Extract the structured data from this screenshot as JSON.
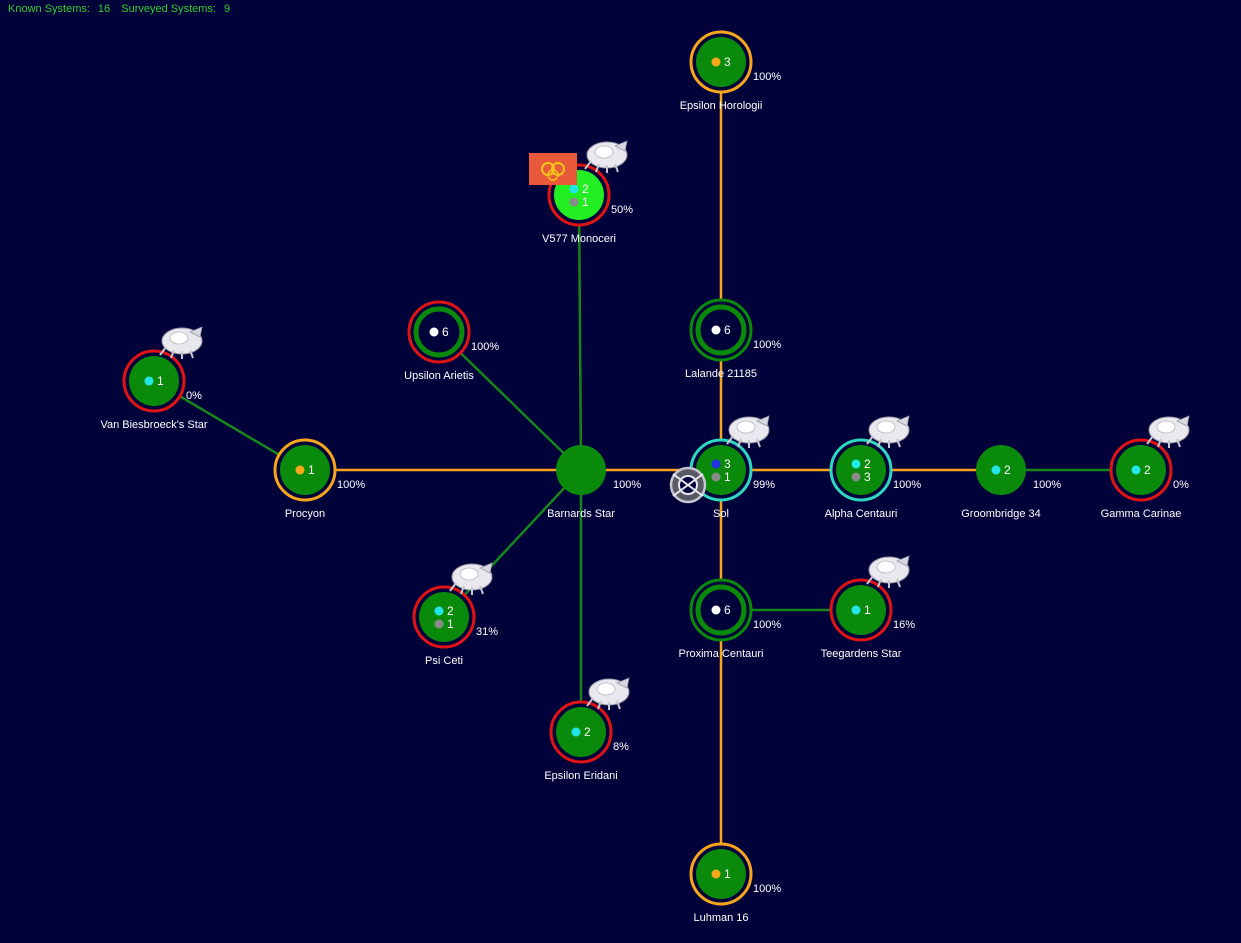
{
  "header": {
    "known_label": "Known Systems:",
    "known_count": "16",
    "surveyed_label": "Surveyed Systems:",
    "surveyed_count": "9"
  },
  "colors": {
    "background": "#02023a",
    "system_fill": "#0a8a0a",
    "capital_fill": "#22ee22",
    "ring_orange": "#f7a51d",
    "ring_red": "#e01414",
    "ring_cyan": "#2ed8c0",
    "ring_green": "#0a8a0a",
    "link_orange": "#f7a51d",
    "link_green": "#17861a",
    "dot_cyan": "#22e6e6",
    "dot_gray": "#8a8a8a",
    "dot_orange": "#f7a51d",
    "dot_white": "#ffffff",
    "dot_blue": "#1f2fe6",
    "faction_flag": "#e85a3a"
  },
  "systems": [
    {
      "id": "epsilon-horologii",
      "name": "Epsilon Horologii",
      "pct": "100%",
      "ring": "orange",
      "fill": "green",
      "markers": [
        {
          "dot": "orange",
          "count": "3"
        }
      ],
      "ship": false
    },
    {
      "id": "v577-monoceri",
      "name": "V577 Monoceri",
      "pct": "50%",
      "ring": "red",
      "fill": "capital",
      "markers": [
        {
          "dot": "cyan",
          "count": "2"
        },
        {
          "dot": "gray",
          "count": "1"
        }
      ],
      "ship": true,
      "flag": true
    },
    {
      "id": "lalande-21185",
      "name": "Lalande 21185",
      "pct": "100%",
      "ring": "green",
      "fill": "hollow",
      "markers": [
        {
          "dot": "white",
          "count": "6"
        }
      ],
      "ship": false
    },
    {
      "id": "upsilon-arietis",
      "name": "Upsilon Arietis",
      "pct": "100%",
      "ring": "red",
      "fill": "hollow",
      "markers": [
        {
          "dot": "white",
          "count": "6"
        }
      ],
      "ship": false
    },
    {
      "id": "van-biesbroecks-star",
      "name": "Van Biesbroeck's Star",
      "pct": "0%",
      "ring": "red",
      "fill": "green",
      "markers": [
        {
          "dot": "cyan",
          "count": "1"
        }
      ],
      "ship": true
    },
    {
      "id": "procyon",
      "name": "Procyon",
      "pct": "100%",
      "ring": "orange",
      "fill": "green",
      "markers": [
        {
          "dot": "orange",
          "count": "1"
        }
      ],
      "ship": false
    },
    {
      "id": "barnards-star",
      "name": "Barnards Star",
      "pct": "100%",
      "ring": "none",
      "fill": "green",
      "markers": [],
      "ship": false
    },
    {
      "id": "sol",
      "name": "Sol",
      "pct": "99%",
      "ring": "cyan",
      "fill": "green",
      "markers": [
        {
          "dot": "blue",
          "count": "3"
        },
        {
          "dot": "gray",
          "count": "1"
        }
      ],
      "ship": true,
      "station": true
    },
    {
      "id": "alpha-centauri",
      "name": "Alpha Centauri",
      "pct": "100%",
      "ring": "cyan",
      "fill": "green",
      "markers": [
        {
          "dot": "cyan",
          "count": "2"
        },
        {
          "dot": "gray",
          "count": "3"
        }
      ],
      "ship": true
    },
    {
      "id": "groombridge-34",
      "name": "Groombridge 34",
      "pct": "100%",
      "ring": "none",
      "fill": "green",
      "markers": [
        {
          "dot": "cyan",
          "count": "2"
        }
      ],
      "ship": false
    },
    {
      "id": "gamma-carinae",
      "name": "Gamma Carinae",
      "pct": "0%",
      "ring": "red",
      "fill": "green",
      "markers": [
        {
          "dot": "cyan",
          "count": "2"
        }
      ],
      "ship": true
    },
    {
      "id": "psi-ceti",
      "name": "Psi Ceti",
      "pct": "31%",
      "ring": "red",
      "fill": "green",
      "markers": [
        {
          "dot": "cyan",
          "count": "2"
        },
        {
          "dot": "gray",
          "count": "1"
        }
      ],
      "ship": true
    },
    {
      "id": "proxima-centauri",
      "name": "Proxima Centauri",
      "pct": "100%",
      "ring": "green",
      "fill": "hollow",
      "markers": [
        {
          "dot": "white",
          "count": "6"
        }
      ],
      "ship": false
    },
    {
      "id": "teegardens-star",
      "name": "Teegardens Star",
      "pct": "16%",
      "ring": "red",
      "fill": "green",
      "markers": [
        {
          "dot": "cyan",
          "count": "1"
        }
      ],
      "ship": true
    },
    {
      "id": "epsilon-eridani",
      "name": "Epsilon Eridani",
      "pct": "8%",
      "ring": "red",
      "fill": "green",
      "markers": [
        {
          "dot": "cyan",
          "count": "2"
        }
      ],
      "ship": true
    },
    {
      "id": "luhman-16",
      "name": "Luhman 16",
      "pct": "100%",
      "ring": "orange",
      "fill": "green",
      "markers": [
        {
          "dot": "orange",
          "count": "1"
        }
      ],
      "ship": false
    }
  ],
  "links": [
    {
      "from": "epsilon-horologii",
      "to": "lalande-21185",
      "color": "orange"
    },
    {
      "from": "lalande-21185",
      "to": "sol",
      "color": "orange"
    },
    {
      "from": "sol",
      "to": "proxima-centauri",
      "color": "orange"
    },
    {
      "from": "proxima-centauri",
      "to": "luhman-16",
      "color": "orange"
    },
    {
      "from": "procyon",
      "to": "barnards-star",
      "color": "orange"
    },
    {
      "from": "barnards-star",
      "to": "sol",
      "color": "orange"
    },
    {
      "from": "sol",
      "to": "alpha-centauri",
      "color": "orange"
    },
    {
      "from": "alpha-centauri",
      "to": "groombridge-34",
      "color": "orange"
    },
    {
      "from": "groombridge-34",
      "to": "gamma-carinae",
      "color": "green"
    },
    {
      "from": "barnards-star",
      "to": "v577-monoceri",
      "color": "green"
    },
    {
      "from": "barnards-star",
      "to": "upsilon-arietis",
      "color": "green"
    },
    {
      "from": "barnards-star",
      "to": "psi-ceti",
      "color": "green"
    },
    {
      "from": "barnards-star",
      "to": "epsilon-eridani",
      "color": "green"
    },
    {
      "from": "procyon",
      "to": "van-biesbroecks-star",
      "color": "green"
    },
    {
      "from": "proxima-centauri",
      "to": "teegardens-star",
      "color": "green"
    }
  ]
}
